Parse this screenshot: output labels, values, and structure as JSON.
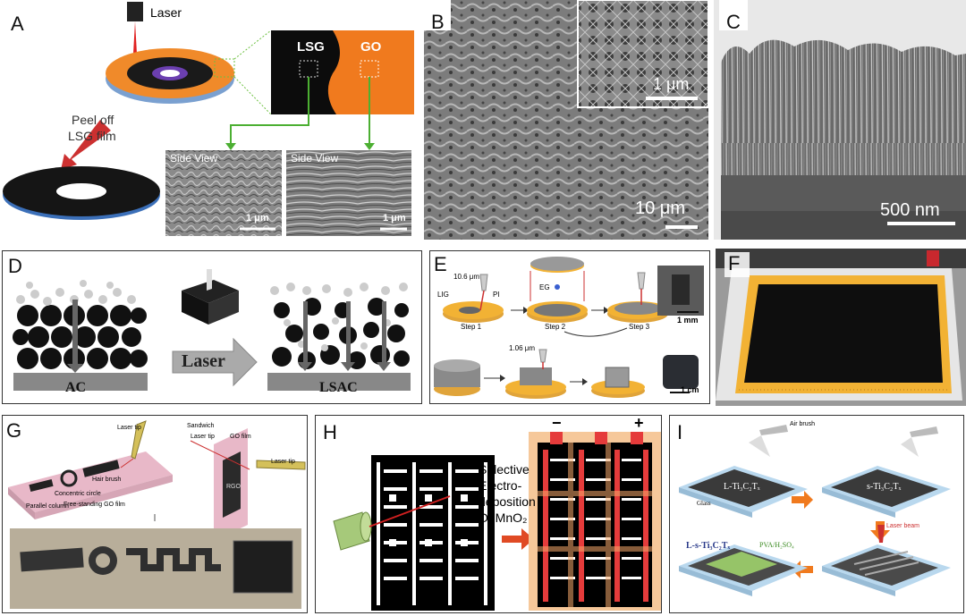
{
  "panels": {
    "A": {
      "label": "A",
      "laser": "Laser",
      "lsg": "LSG",
      "go": "GO",
      "peel_line1": "Peel off",
      "peel_line2": "LSG film",
      "side_view_1": "Side View",
      "side_view_2": "Side View",
      "scale_1": "1 μm",
      "scale_2": "1 μm"
    },
    "B": {
      "label": "B",
      "scale_inset": "1 μm",
      "scale_main": "10 μm"
    },
    "C": {
      "label": "C",
      "scale": "500 nm"
    },
    "D": {
      "label": "D",
      "arrow_text": "Laser",
      "left_label": "AC",
      "right_label": "LSAC"
    },
    "E": {
      "label": "E",
      "wavelength_1": "10.6 μm",
      "lig": "LIG",
      "pi": "PI",
      "eg": "EG",
      "step1": "Step 1",
      "step2": "Step 2",
      "step3": "Step 3",
      "scale_1": "1 mm",
      "wavelength_2": "1.06 μm",
      "scale_2": "1 cm"
    },
    "F": {
      "label": "F"
    },
    "G": {
      "label": "G",
      "laser_tip_1": "Laser tip",
      "sandwich": "Sandwich",
      "laser_tip_2": "Laser tip",
      "go_film": "GO film",
      "laser_tip_3": "Laser tip",
      "rgo": "RGO",
      "hair_brush": "Hair brush",
      "concentric_circle": "Concentric circle",
      "parallel_column": "Parallel column",
      "free_standing": "Free-standing GO film"
    },
    "H": {
      "label": "H",
      "text_line1": "Selective",
      "text_line2": "Electro-",
      "text_line3": "deposition",
      "text_line4": "Of MnO₂",
      "minus": "−",
      "plus": "+"
    },
    "I": {
      "label": "I",
      "air_brush": "Air brush",
      "step1_film": "L-Ti₃C₂Tₓ",
      "glass": "Glass",
      "step2_film": "s-Ti₃C₂Tₓ",
      "laser_beam": "Laser beam",
      "electrolyte": "PVA/H₂SO₄",
      "device": "L-s-Ti₃C₂Tₓ"
    }
  },
  "colors": {
    "go_orange": "#f07a1e",
    "sem_gray": "#8e8e8e",
    "gold": "#f2b234",
    "red_arrow": "#cc3030",
    "pink_substrate": "#e8b8c8",
    "glass_blue": "#b9d8ee",
    "green_electrolyte": "#9ed26c"
  }
}
